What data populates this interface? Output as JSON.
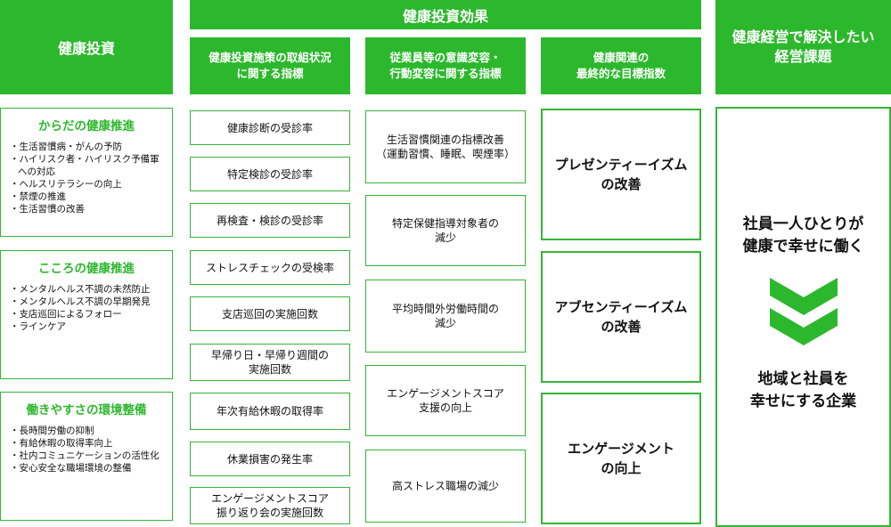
{
  "headers": {
    "invest": "健康投資",
    "effect": "健康投資効果",
    "col1": "健康投資施策の取組状況\nに関する指標",
    "col2": "従業員等の意識変容・\n行動変容に関する指標",
    "col3": "健康関連の\n最終的な目標指数",
    "issue": "健康経営で解決したい\n経営課題"
  },
  "investments": [
    {
      "title": "からだの健康推進",
      "items": [
        "・生活習慣病・がんの予防",
        "・ハイリスク者・ハイリスク予備軍\nへの対応",
        "・ヘルスリテラシーの向上",
        "・禁煙の推進",
        "・生活習慣の改善"
      ]
    },
    {
      "title": "こころの健康推進",
      "items": [
        "・メンタルヘルス不調の未然防止",
        "・メンタルヘルス不調の早期発見",
        "・支店巡回によるフォロー",
        "・ラインケア"
      ]
    },
    {
      "title": "働きやすさの環境整備",
      "items": [
        "・長時間労働の抑制",
        "・有給休暇の取得率向上",
        "・社内コミュニケーションの活性化",
        "・安心安全な職場環境の整備"
      ]
    }
  ],
  "col1_items": [
    "健康診断の受診率",
    "特定検診の受診率",
    "再検査・検診の受診率",
    "ストレスチェックの受検率",
    "支店巡回の実施回数",
    "早帰り日・早帰り週間の\n実施回数",
    "年次有給休暇の取得率",
    "休業損害の発生率",
    "エンゲージメントスコア\n振り返り会の実施回数"
  ],
  "col2_items": [
    "生活習慣関連の指標改善\n（運動習慣、睡眠、喫煙率）",
    "特定保健指導対象者の\n減少",
    "平均時間外労働時間の\n減少",
    "エンゲージメントスコア\n支援の向上",
    "高ストレス職場の減少"
  ],
  "col3_items": [
    "プレゼンティーイズム\nの改善",
    "アブセンティーイズム\nの改善",
    "エンゲージメント\nの向上"
  ],
  "issue": {
    "top": "社員一人ひとりが\n健康で幸せに働く",
    "bottom": "地域と社員を\n幸せにする企業"
  },
  "colors": {
    "accent": "#2cb82c",
    "border": "#36b536"
  },
  "icons": {
    "chevron": "double-chevron-down-icon"
  }
}
